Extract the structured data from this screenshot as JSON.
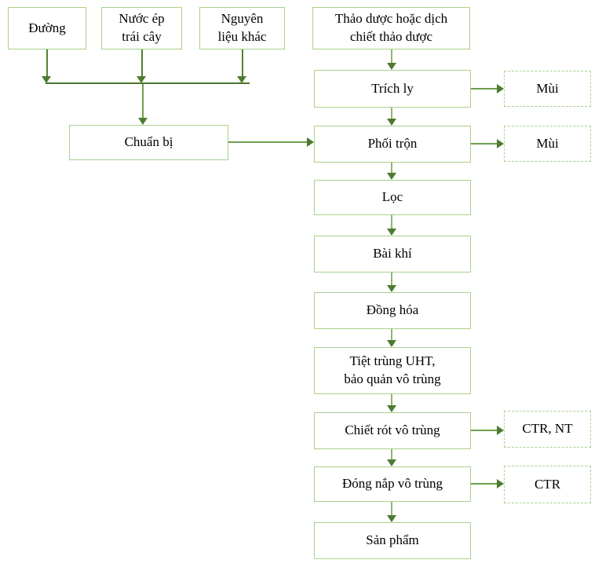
{
  "flowchart": {
    "nodes": {
      "sugar": "Đường",
      "fruit_juice": "Nước ép\ntrái cây",
      "other_ingredients": "Nguyên\nliệu khác",
      "herbal": "Thảo dược hoặc dịch\nchiết thảo dược",
      "extraction": "Trích ly",
      "aroma_1": "Mùi",
      "preparation": "Chuẩn bị",
      "mixing": "Phối trộn",
      "aroma_2": "Mùi",
      "filtering": "Lọc",
      "deaeration": "Bài khí",
      "homogenization": "Đồng hóa",
      "uht_sterilization": "Tiệt trùng UHT,\nbảo quản vô trùng",
      "aseptic_filling": "Chiết rót vô trùng",
      "ctr_nt": "CTR, NT",
      "aseptic_capping": "Đóng nắp vô trùng",
      "ctr": "CTR",
      "product": "Sản phẩm"
    },
    "colors": {
      "box_border": "#a9d18e",
      "arrow_head": "#4e7b31",
      "merge_line": "#4c7529",
      "stem_dark": "#538135",
      "stem_medium": "#6d9e4c",
      "stem_light": "#8fb573",
      "text": "#000000",
      "background": "#ffffff"
    }
  }
}
